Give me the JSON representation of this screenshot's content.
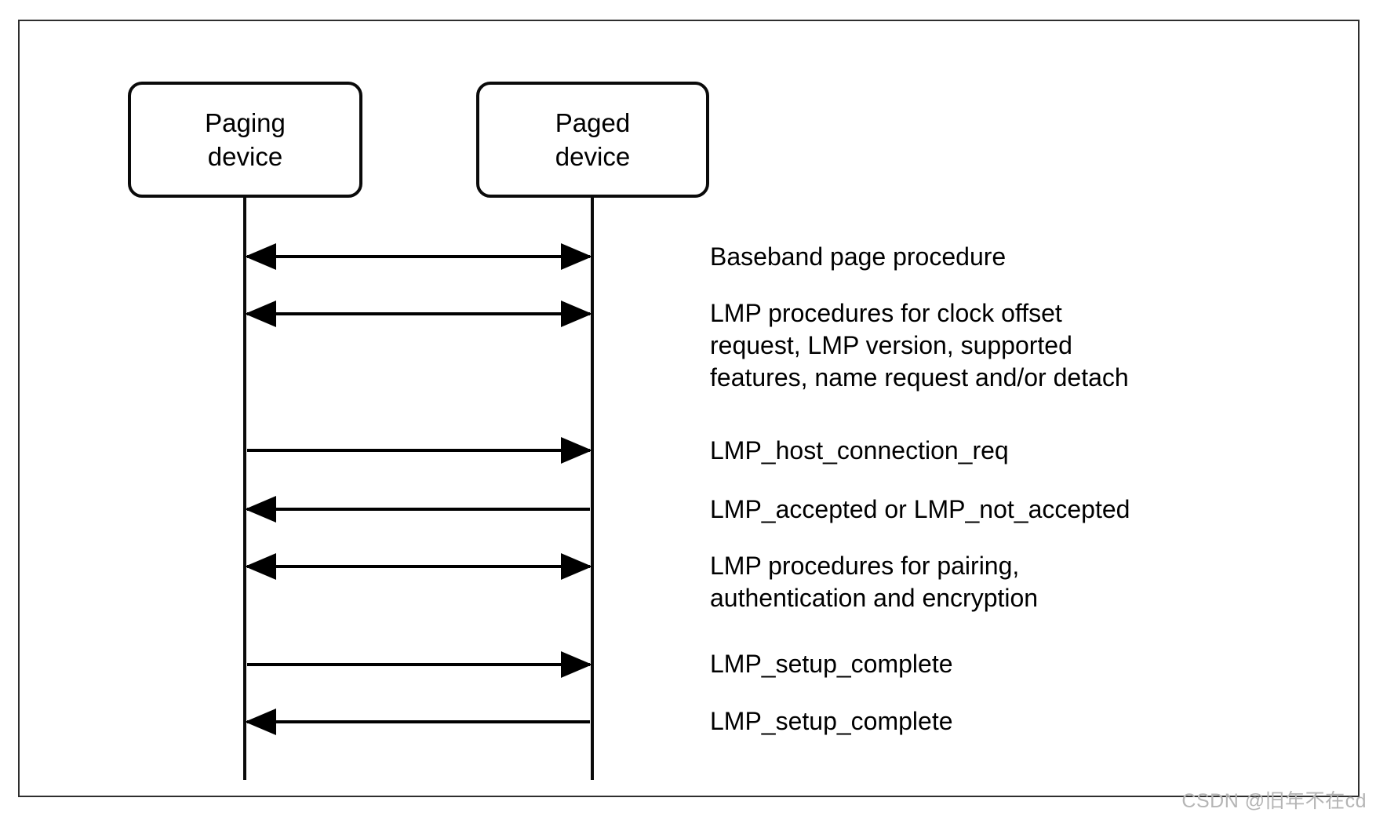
{
  "diagram": {
    "actors": [
      {
        "id": "paging-device",
        "lines": [
          "Paging",
          "device"
        ]
      },
      {
        "id": "paged-device",
        "lines": [
          "Paged",
          "device"
        ]
      }
    ],
    "messages": [
      {
        "direction": "both",
        "from": "paging-device",
        "to": "paged-device",
        "lines": [
          "Baseband page procedure"
        ]
      },
      {
        "direction": "both",
        "from": "paging-device",
        "to": "paged-device",
        "lines": [
          "LMP procedures for clock offset",
          "request, LMP version, supported",
          "features, name request and/or detach"
        ]
      },
      {
        "direction": "right",
        "from": "paging-device",
        "to": "paged-device",
        "lines": [
          "LMP_host_connection_req"
        ]
      },
      {
        "direction": "left",
        "from": "paged-device",
        "to": "paging-device",
        "lines": [
          "LMP_accepted or LMP_not_accepted"
        ]
      },
      {
        "direction": "both",
        "from": "paging-device",
        "to": "paged-device",
        "lines": [
          "LMP procedures for pairing,",
          "authentication and encryption"
        ]
      },
      {
        "direction": "right",
        "from": "paging-device",
        "to": "paged-device",
        "lines": [
          "LMP_setup_complete"
        ]
      },
      {
        "direction": "left",
        "from": "paged-device",
        "to": "paging-device",
        "lines": [
          "LMP_setup_complete"
        ]
      }
    ],
    "colors": {
      "line": "#000000",
      "frame_border": "#2e2e2e",
      "background": "#ffffff",
      "watermark": "#b5b5b5"
    }
  },
  "watermark": {
    "text": "CSDN @旧年不在cd"
  }
}
